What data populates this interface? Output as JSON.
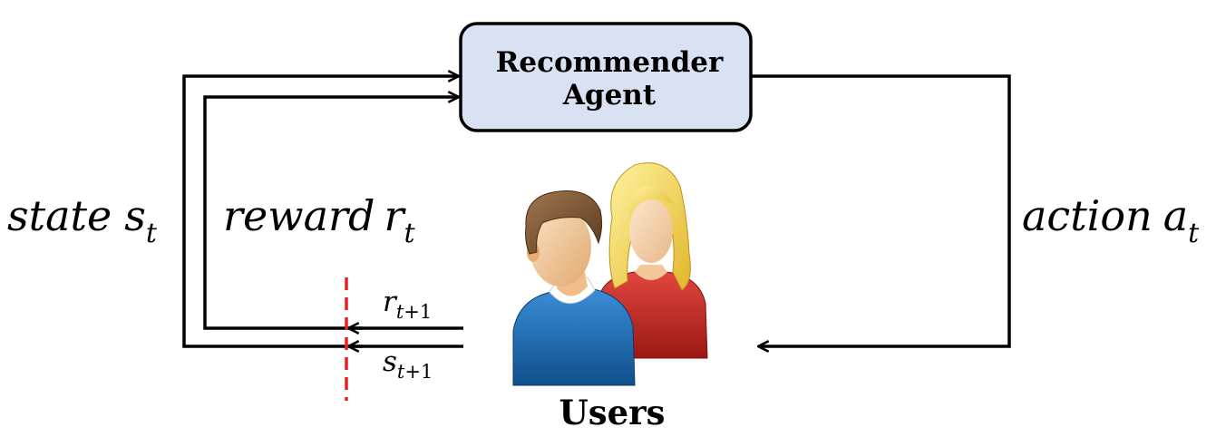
{
  "agent": {
    "line1": "Recommender",
    "line2": "Agent",
    "fill_color": "#d9e2f3"
  },
  "users": {
    "label": "Users",
    "icon": "users-icon"
  },
  "labels": {
    "state_word": "state",
    "state_var": "s",
    "state_sub": "t",
    "reward_word": "reward",
    "reward_var": "r",
    "reward_sub": "t",
    "action_word": "action",
    "action_var": "a",
    "action_sub": "t",
    "next_reward_var": "r",
    "next_reward_sub_t": "t",
    "next_reward_sub_rest": "+1",
    "next_state_var": "s",
    "next_state_sub_t": "t",
    "next_state_sub_rest": "+1"
  },
  "divider_color": "#e8202a"
}
